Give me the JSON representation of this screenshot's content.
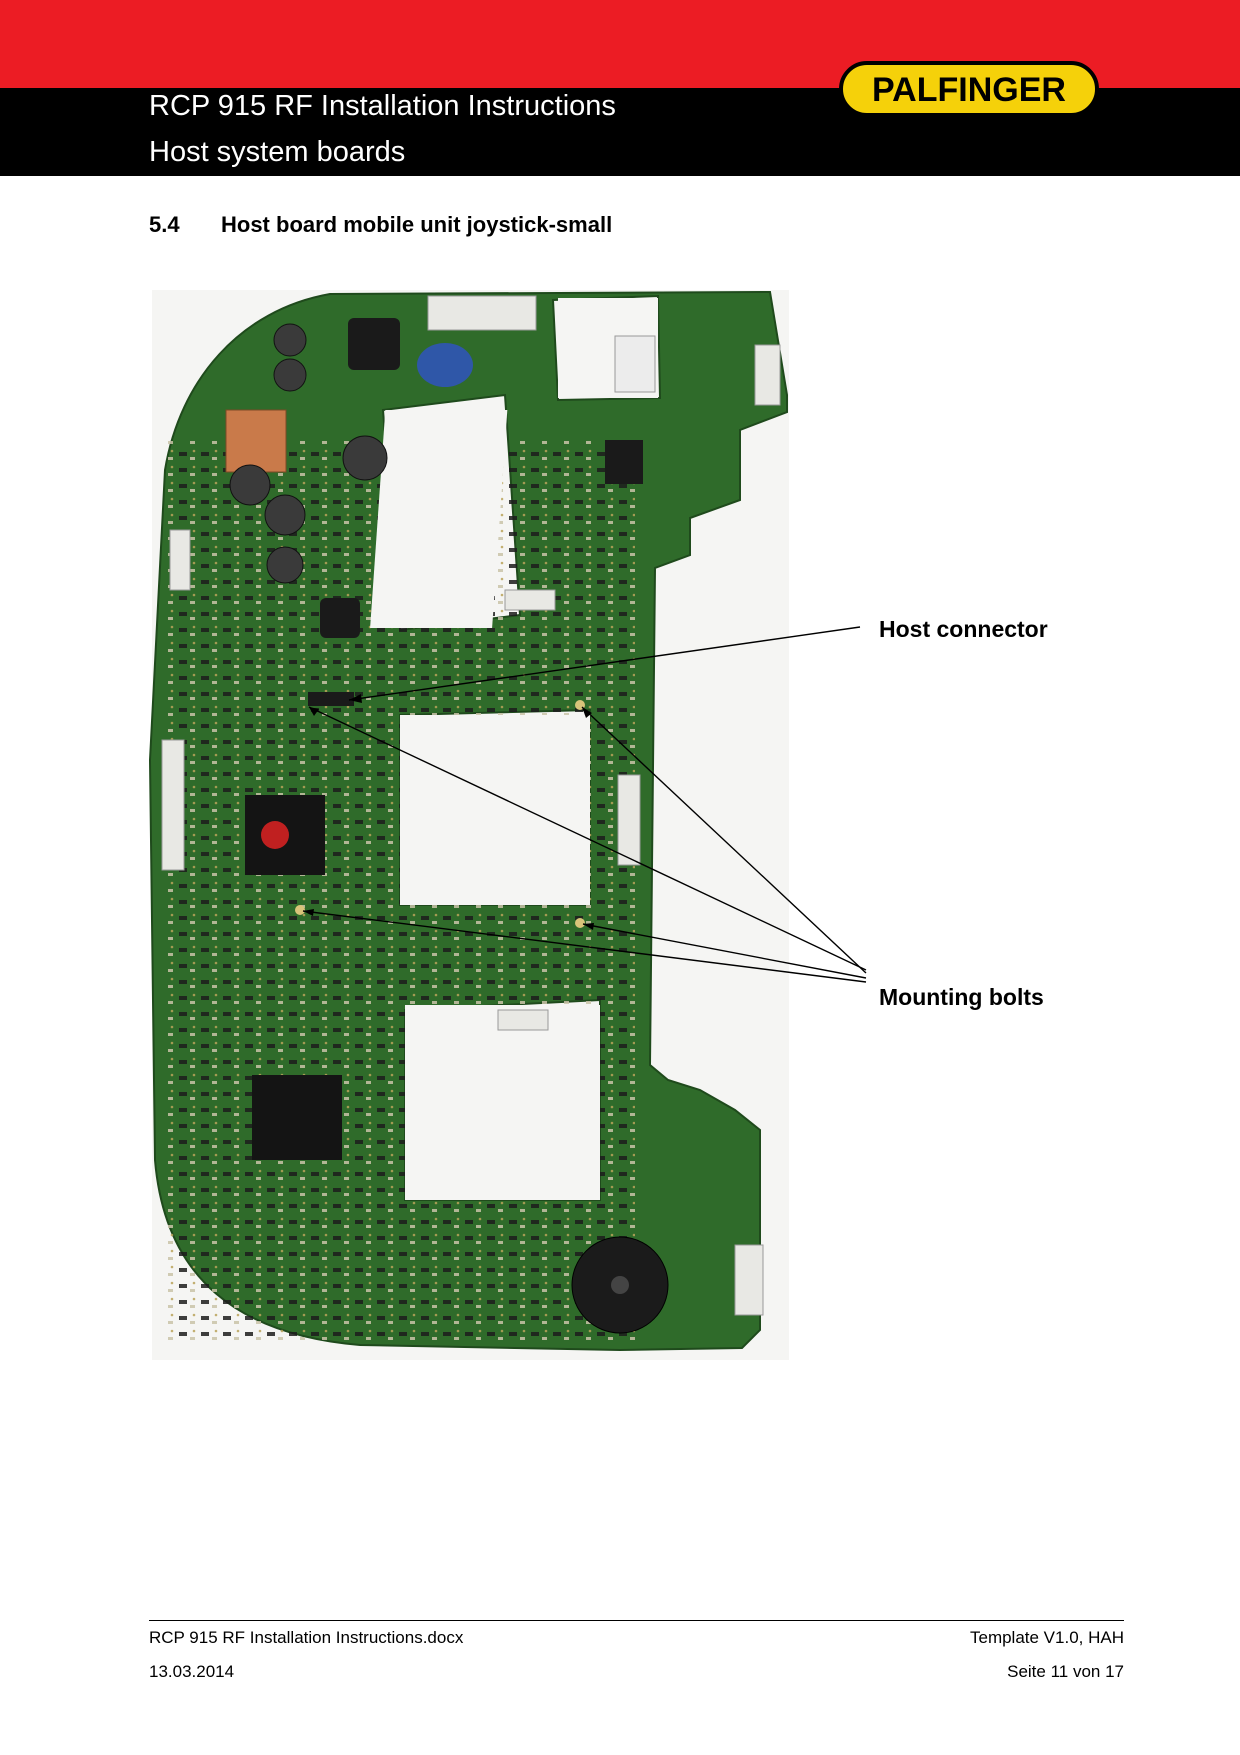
{
  "header": {
    "title": "RCP 915 RF Installation Instructions",
    "subtitle": "Host system boards",
    "logo_text": "PALFINGER",
    "band_color_top": "#ec1c24",
    "band_color_bottom": "#000000",
    "logo_color": "#f5d10a"
  },
  "section": {
    "number": "5.4",
    "title": "Host board mobile unit joystick-small"
  },
  "figure": {
    "callouts": {
      "host_connector": "Host connector",
      "mounting_bolts": "Mounting bolts"
    },
    "board_color": "#2f6b2a"
  },
  "footer": {
    "filename": "RCP 915 RF Installation Instructions.docx",
    "template": "Template V1.0, HAH",
    "date": "13.03.2014",
    "page": "Seite 11 von 17"
  }
}
